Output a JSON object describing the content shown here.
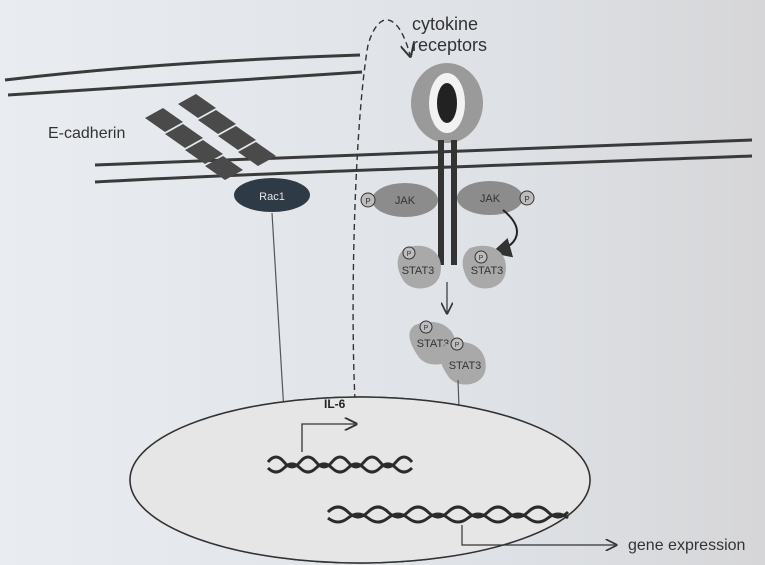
{
  "labels": {
    "cytokine_receptors_line1": "cytokine",
    "cytokine_receptors_line2": "receptors",
    "e_cadherin": "E-cadherin",
    "rac1": "Rac1",
    "jak_left": "JAK",
    "jak_right": "JAK",
    "stat3_left": "STAT3",
    "stat3_right": "STAT3",
    "stat3_dimer_top": "STAT3",
    "stat3_dimer_bottom": "STAT3",
    "il6": "IL-6",
    "gene_expression": "gene expression",
    "phospho": "P"
  },
  "colors": {
    "background": "#d9dde2",
    "membrane": "#3a3a3a",
    "cadherin": "#4a4a4a",
    "rac1": "#2f3a47",
    "jak": "#8c8c8c",
    "stat3": "#a9a9a9",
    "nucleus": "#e6e6e6",
    "dna": "#2b2b2b"
  }
}
